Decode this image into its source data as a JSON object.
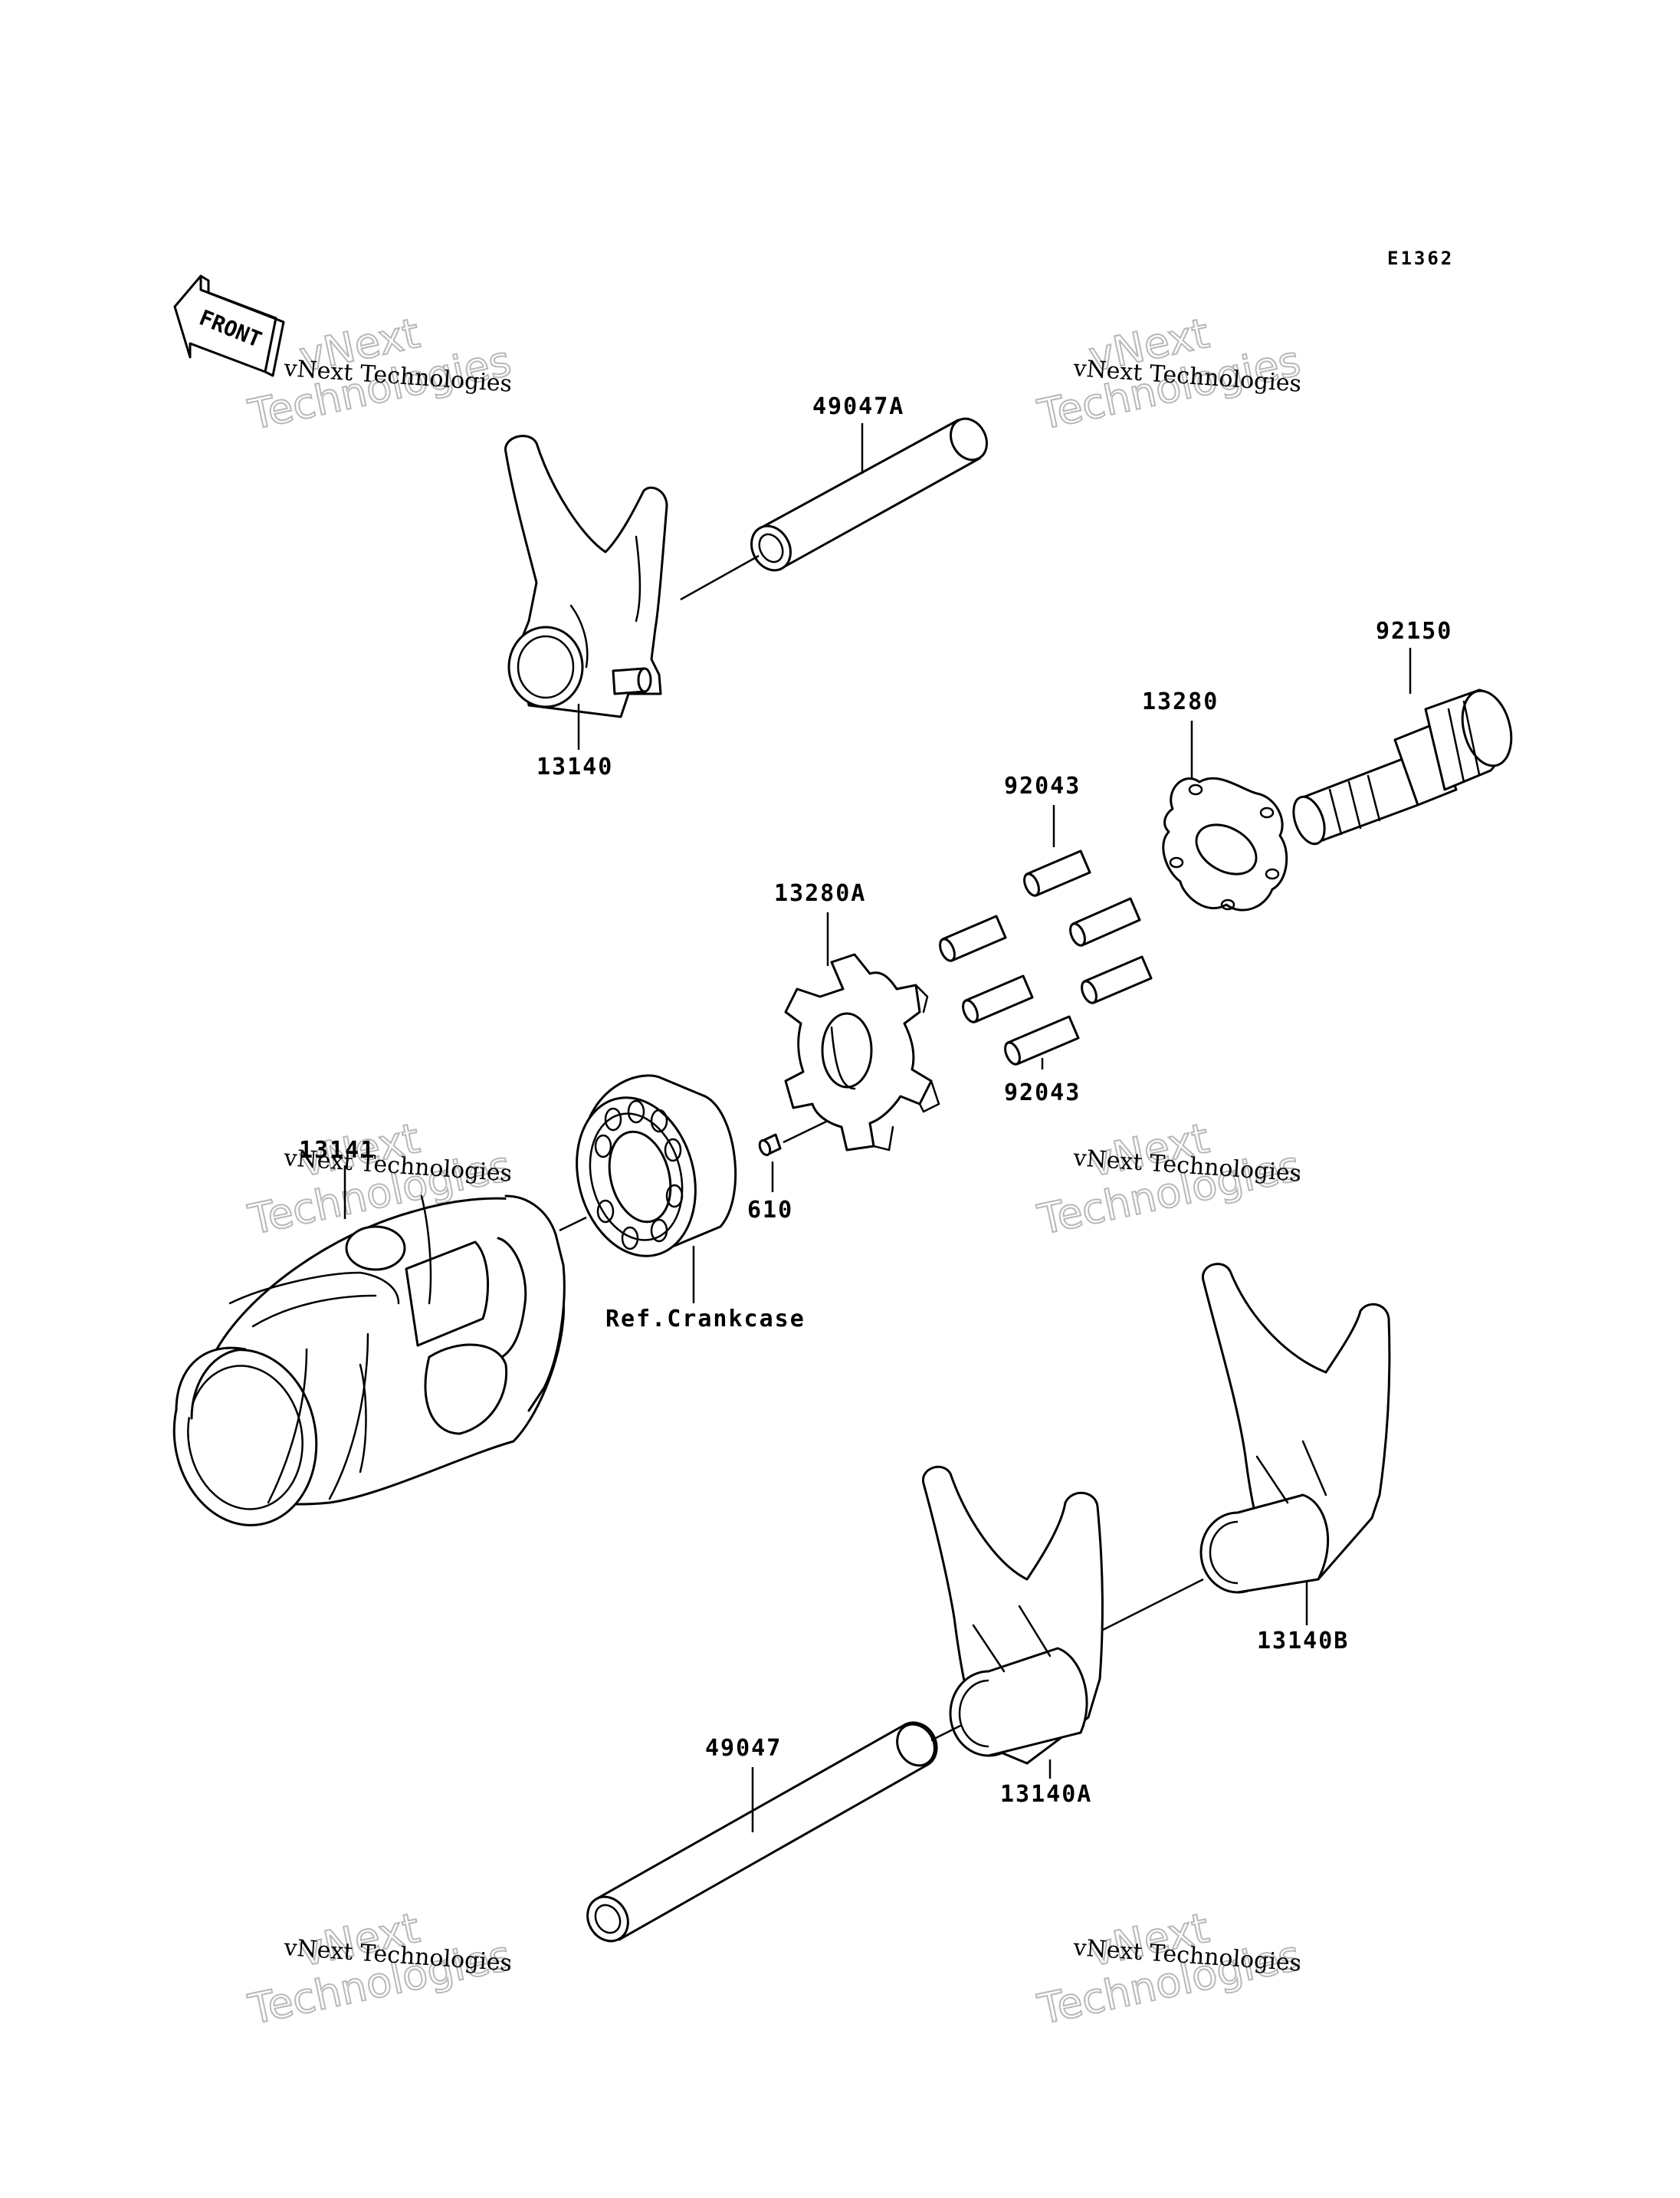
{
  "diagram": {
    "code": "E1362",
    "direction_label": "FRONT",
    "watermark": {
      "line1": "vNext",
      "line2": "Technologies",
      "caption": "vNext Technologies"
    },
    "labels": {
      "p49047A": "49047A",
      "p13140": "13140",
      "p92150": "92150",
      "p13280": "13280",
      "p92043_top": "92043",
      "p13280A": "13280A",
      "p92043_bottom": "92043",
      "p13141": "13141",
      "p610": "610",
      "ref_crankcase": "Ref.Crankcase",
      "p13140B": "13140B",
      "p49047": "49047",
      "p13140A": "13140A"
    }
  }
}
